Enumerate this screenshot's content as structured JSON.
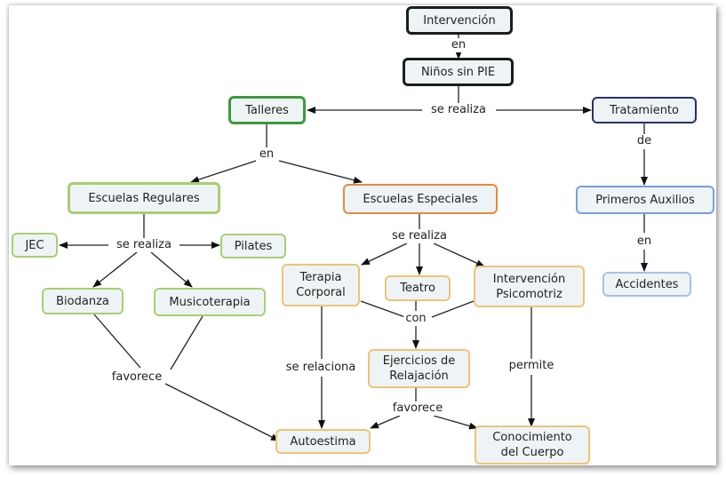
{
  "nodes": {
    "intervencion": "Intervención",
    "ninos": "Niños sin PIE",
    "talleres": "Talleres",
    "tratamiento": "Tratamiento",
    "escuelas_regulares": "Escuelas Regulares",
    "escuelas_especiales": "Escuelas Especiales",
    "primeros_auxilios": "Primeros Auxilios",
    "jec": "JEC",
    "pilates": "Pilates",
    "biodanza": "Biodanza",
    "musicoterapia": "Musicoterapia",
    "terapia_corporal": "Terapia\nCorporal",
    "teatro": "Teatro",
    "intervencion_psicomotriz": "Intervención\nPsicomotriz",
    "accidentes": "Accidentes",
    "ejercicios": "Ejercicios de\nRelajación",
    "autoestima": "Autoestima",
    "conocimiento": "Conocimiento\ndel Cuerpo"
  },
  "links": {
    "en_1": "en",
    "se_realiza_1": "se realiza",
    "de": "de",
    "en_2": "en",
    "se_realiza_2": "se realiza",
    "se_realiza_3": "se realiza",
    "en_3": "en",
    "con": "con",
    "favorece_1": "favorece",
    "se_relaciona": "se relaciona",
    "permite": "permite",
    "favorece_2": "favorece"
  }
}
